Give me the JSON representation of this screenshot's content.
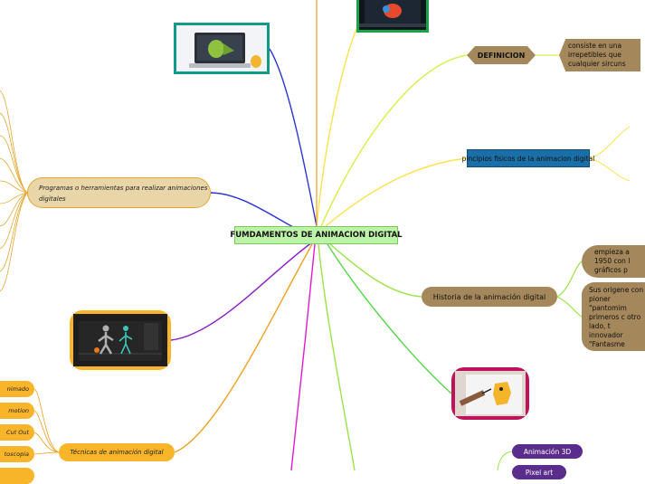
{
  "center": "FUMDAMENTOS DE ANIMACION DIGITAL",
  "definicion": {
    "label": "DEFINICION",
    "text": "consiste en una irrepetibles que cualquier sircuns"
  },
  "principios": {
    "label": "pincipios fisicos de la animacion digital"
  },
  "historia": {
    "label": "Historia de la animación digital",
    "empieza": "empieza a 1950 con l gráficos p",
    "origenes": "Sus origene con pioner \"pantomim primeros c otro lado, t innovador \"Fantasme"
  },
  "programas": {
    "label": "Programas o herramientas para realizar animaciones digitales"
  },
  "tecnicas": {
    "label": "Técnicas de animación digital",
    "items": [
      "nimado",
      "motion",
      "Cut Out",
      "toscopia"
    ]
  },
  "tipos": [
    "Animación 3D",
    "Pixel art"
  ],
  "images": {
    "laptop": "laptop-3d-image",
    "motion": "motion-capture-image",
    "tablet": "tablet-hologram-image",
    "drawing": "drawing-tablet-image"
  },
  "colors": {
    "center_fill": "#bdf3a8",
    "brown": "#a4875a",
    "blue": "#1a6fa8",
    "orange": "#f8b52a",
    "purple": "#5a2d8c",
    "wire_yellow": "#ffe24a",
    "wire_green": "#9be34a",
    "wire_blue": "#2a35d8",
    "wire_purple": "#8a1fc8",
    "wire_magenta": "#e21ad0"
  }
}
